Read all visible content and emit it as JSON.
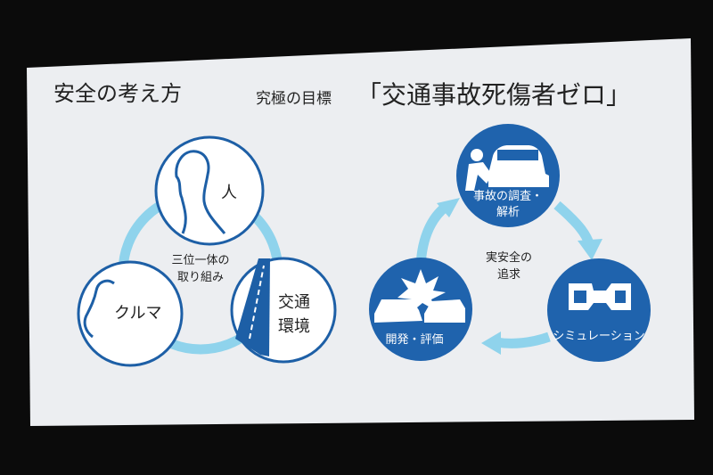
{
  "slide": {
    "heading": "安全の考え方",
    "goal_label": "究極の目標",
    "goal_title": "「交通事故死傷者ゼロ」"
  },
  "left_cycle": {
    "center_line1": "三位一体の",
    "center_line2": "取り組み",
    "person_label": "人",
    "car_label": "クルマ",
    "env_line1": "交通",
    "env_line2": "環境"
  },
  "right_cycle": {
    "center_line1": "実安全の",
    "center_line2": "追求",
    "investigation_line1": "事故の調査・",
    "investigation_line2": "解析",
    "simulation_label": "シミュレーション",
    "development_label": "開発・評価"
  },
  "colors": {
    "slide_bg": "#eceef1",
    "outline_blue": "#1d5fa6",
    "fill_blue": "#1f63ad",
    "light_blue": "#8fd3ec",
    "text_dark": "#222222"
  }
}
